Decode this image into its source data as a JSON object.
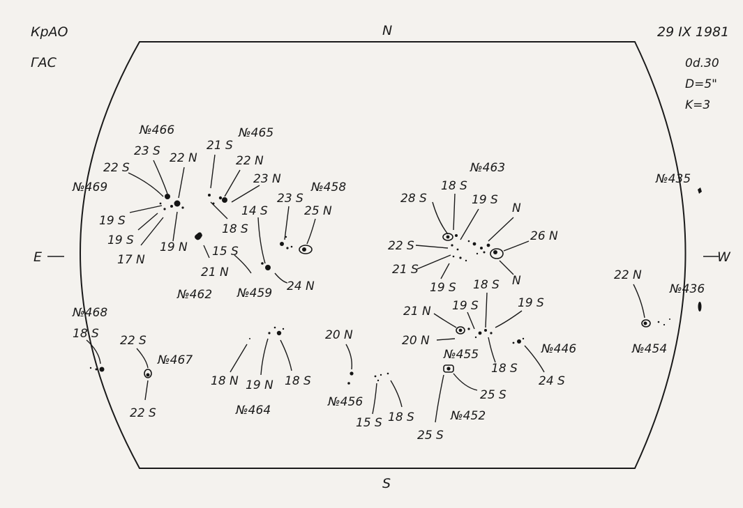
{
  "header": {
    "observatory": "КрАО",
    "instrument": "ГАС",
    "date": "29 IX 1981",
    "time": "0d.30",
    "diameter": "D=5\"",
    "quality": "K=3"
  },
  "compass": {
    "north": "N",
    "south": "S",
    "east": "E",
    "west": "W"
  },
  "groups": [
    {
      "number": "№466",
      "parts": [
        "23 S",
        "22 S",
        "22 N",
        "19 S",
        "19 S",
        "17 N",
        "19 N"
      ]
    },
    {
      "number": "№465",
      "parts": [
        "21 S",
        "22 N",
        "23 N",
        "18 S"
      ]
    },
    {
      "number": "№469",
      "parts": []
    },
    {
      "number": "№458",
      "parts": [
        "23 S",
        "25 N",
        "14 S",
        "15 S",
        "24 N"
      ]
    },
    {
      "number": "№462",
      "parts": [
        "21 N"
      ]
    },
    {
      "number": "№459",
      "parts": []
    },
    {
      "number": "№463",
      "parts": [
        "18 S",
        "28 S",
        "19 S",
        "N",
        "26 N",
        "22 S",
        "21 S",
        "19 S",
        "N"
      ]
    },
    {
      "number": "№435",
      "parts": []
    },
    {
      "number": "№436",
      "parts": [
        "22 N"
      ]
    },
    {
      "number": "№454",
      "parts": []
    },
    {
      "number": "№468",
      "parts": [
        "18 S"
      ]
    },
    {
      "number": "№467",
      "parts": [
        "22 S",
        "22 S"
      ]
    },
    {
      "number": "№464",
      "parts": [
        "18 N",
        "19 N",
        "18 S"
      ]
    },
    {
      "number": "№456",
      "parts": [
        "20 N",
        "15 S",
        "18 S"
      ]
    },
    {
      "number": "№455",
      "parts": [
        "21 N",
        "19 S",
        "18 S",
        "19 S",
        "20 N",
        "18 S"
      ]
    },
    {
      "number": "№446",
      "parts": [
        "24 S"
      ]
    },
    {
      "number": "№452",
      "parts": [
        "25 S",
        "25 S"
      ]
    }
  ]
}
